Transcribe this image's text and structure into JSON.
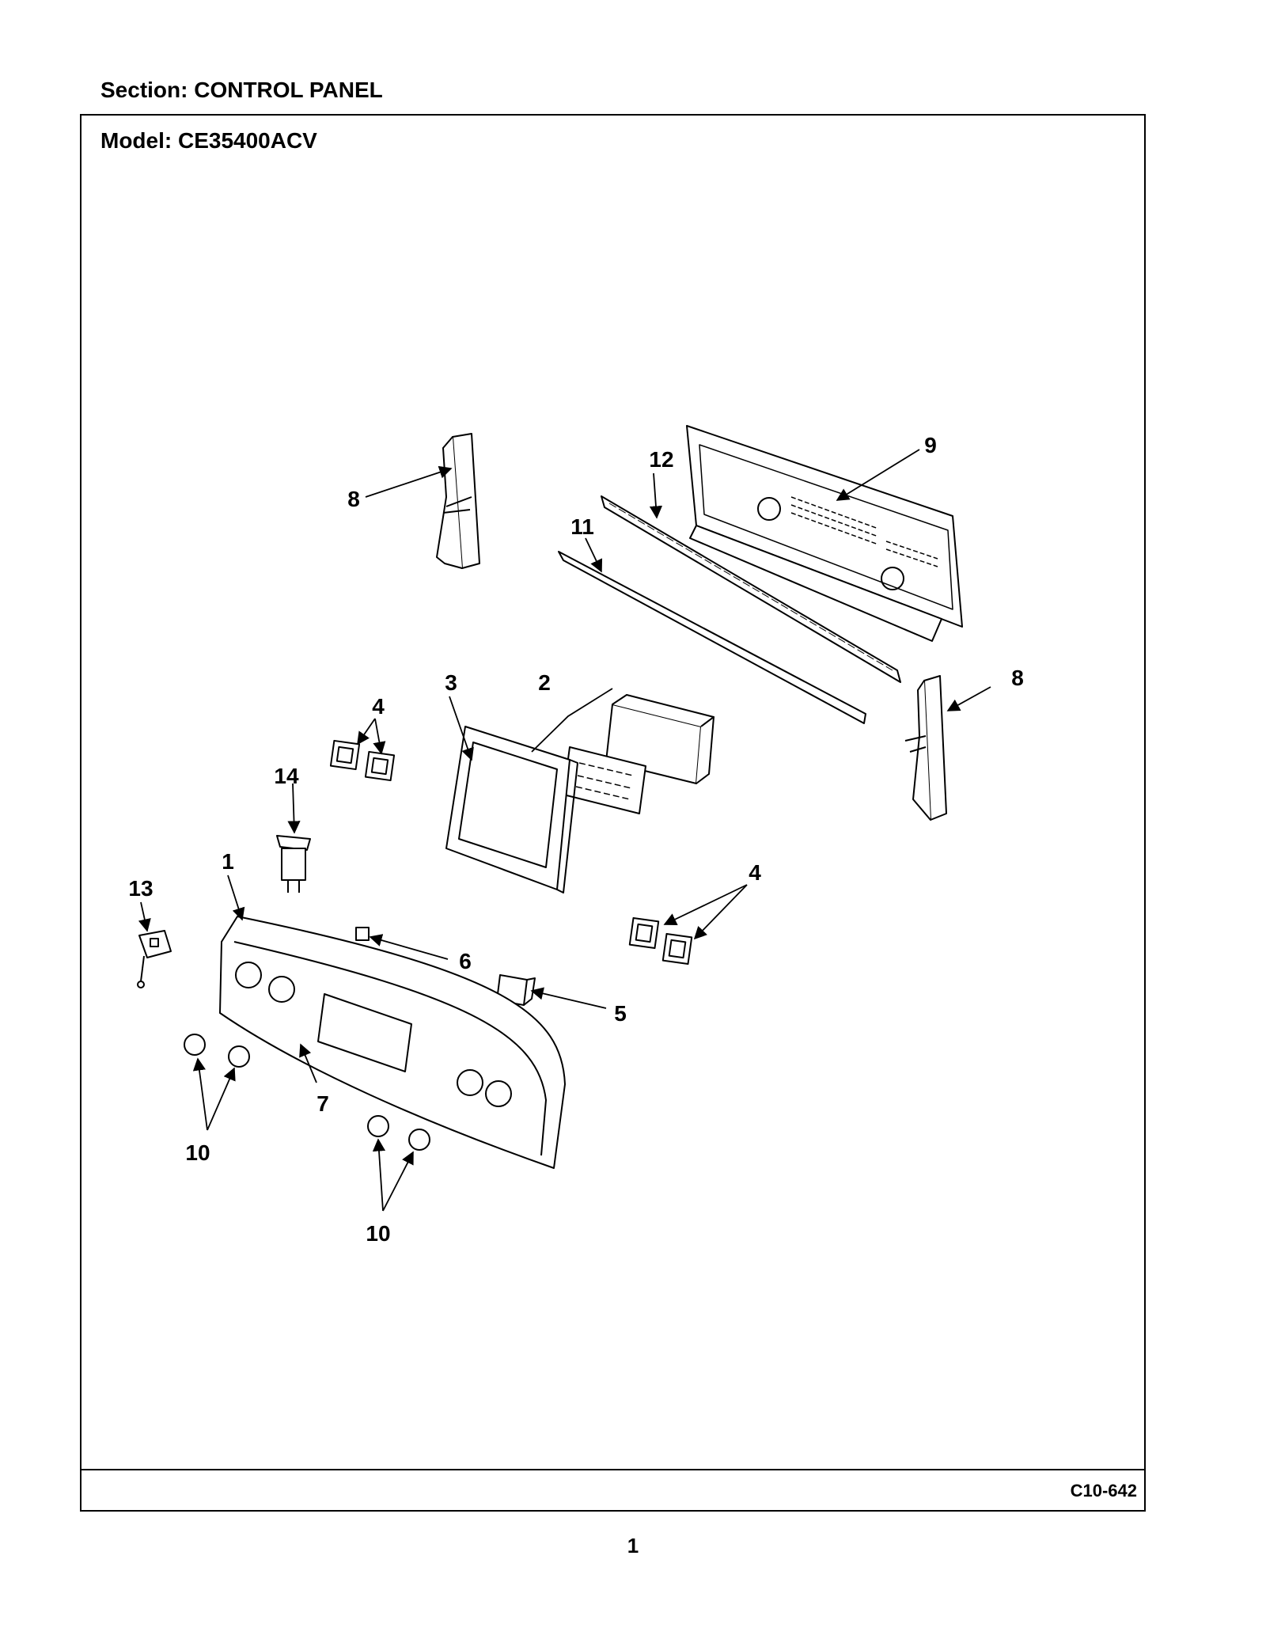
{
  "header": {
    "section_title": "Section:  CONTROL PANEL",
    "model_title": "Model:  CE35400ACV"
  },
  "diagram": {
    "callouts": [
      {
        "id": "c1",
        "label": "1"
      },
      {
        "id": "c2",
        "label": "2"
      },
      {
        "id": "c3",
        "label": "3"
      },
      {
        "id": "c4a",
        "label": "4"
      },
      {
        "id": "c4b",
        "label": "4"
      },
      {
        "id": "c5",
        "label": "5"
      },
      {
        "id": "c6",
        "label": "6"
      },
      {
        "id": "c7",
        "label": "7"
      },
      {
        "id": "c8a",
        "label": "8"
      },
      {
        "id": "c8b",
        "label": "8"
      },
      {
        "id": "c9",
        "label": "9"
      },
      {
        "id": "c10a",
        "label": "10"
      },
      {
        "id": "c10b",
        "label": "10"
      },
      {
        "id": "c11",
        "label": "11"
      },
      {
        "id": "c12",
        "label": "12"
      },
      {
        "id": "c13",
        "label": "13"
      },
      {
        "id": "c14",
        "label": "14"
      }
    ]
  },
  "footer": {
    "diagram_code": "C10-642",
    "page_number": "1"
  }
}
